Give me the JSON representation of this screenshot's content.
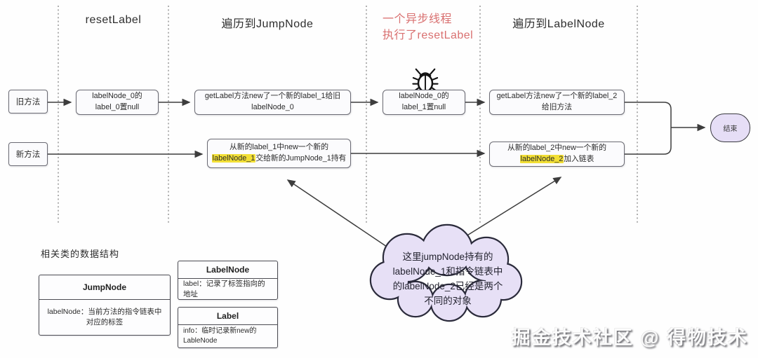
{
  "columns": {
    "c1": {
      "label": "resetLabel"
    },
    "c2": {
      "label": "遍历到JumpNode"
    },
    "c3": {
      "line1": "一个异步线程",
      "line2": "执行了resetLabel"
    },
    "c4": {
      "label": "遍历到LabelNode"
    }
  },
  "lanes": {
    "old": "旧方法",
    "new": "新方法"
  },
  "flow_old": [
    "labelNode_0的label_0置null",
    "getLabel方法new了一个新的label_1给旧labelNode_0",
    "labelNode_0的label_1置null",
    "getLabel方法new了一个新的label_2给旧方法"
  ],
  "flow_new": [
    {
      "pre": "从新的label_1中new一个新的",
      "highlight": "labelNode_1",
      "post": "交给新的JumpNode_1持有"
    },
    {
      "pre": "从新的label_2中new一个新的",
      "highlight": "labelNode_2",
      "post": "加入链表"
    }
  ],
  "end_node": "结束",
  "cloud_note": "这里jumpNode持有的\nlabelNode_1和指令链表中\n的labelNode_2已经是两个\n不同的对象",
  "data_structures": {
    "heading": "相关类的数据结构",
    "classes": [
      {
        "name": "JumpNode",
        "field": "labelNode：当前方法的指令链表中对应的标签"
      },
      {
        "name": "LabelNode",
        "field": "label：记录了标签指向的地址"
      },
      {
        "name": "Label",
        "field": "info：临时记录新new的LableNode"
      }
    ]
  },
  "watermark": "掘金技术社区 @ 得物技术",
  "icons": {
    "bug": "bug-icon"
  },
  "colors": {
    "accent_red": "#d97070",
    "highlight_yellow": "#f2df35",
    "cloud_fill": "#e7e0f6",
    "end_fill": "#e6def6"
  }
}
